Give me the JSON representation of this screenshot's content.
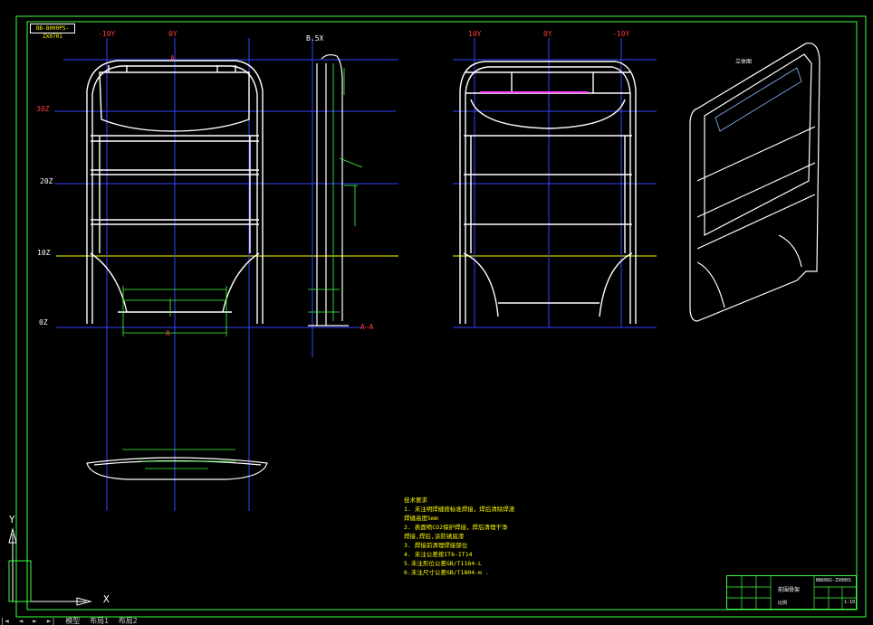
{
  "drawing": {
    "id_tag": "BB-8000PS-ZX0701",
    "section_tag": "A—A",
    "section_mark": "A",
    "axis_top_view": {
      "left": "-10Y",
      "center": "0Y"
    },
    "axis_side": "B.5X",
    "axis_rear_view": {
      "left": "10Y",
      "center": "0Y",
      "right": "-10Y"
    },
    "z_levels": [
      "30Z",
      "20Z",
      "10Z",
      "0Z"
    ],
    "iso_label": "立体图"
  },
  "tech_notes": {
    "title": "技术要求",
    "lines": [
      "1. 未注明焊缝按标准焊接，焊后清除焊渣",
      "焊缝高度5mm",
      "2. 表面喷CO2保护焊接，焊后清理干净",
      "焊接,焊后,涂防锈底漆",
      "3. 焊接前清理焊接部位",
      "4. 未注公差按IT6-IT14",
      "5.未注形位公差GB/T1184-L",
      "6.未注尺寸公差GB/T1804-m ."
    ]
  },
  "title_block": {
    "name": "前围骨架",
    "code": "BB6002-ZX0001",
    "scale": "1:10",
    "weight": "比例"
  },
  "status_bar": {
    "tabs": [
      "|◄",
      "◄",
      "►",
      "►|",
      "模型",
      "布局1",
      "布局2"
    ]
  },
  "ucs": {
    "x": "X",
    "y": "Y"
  }
}
